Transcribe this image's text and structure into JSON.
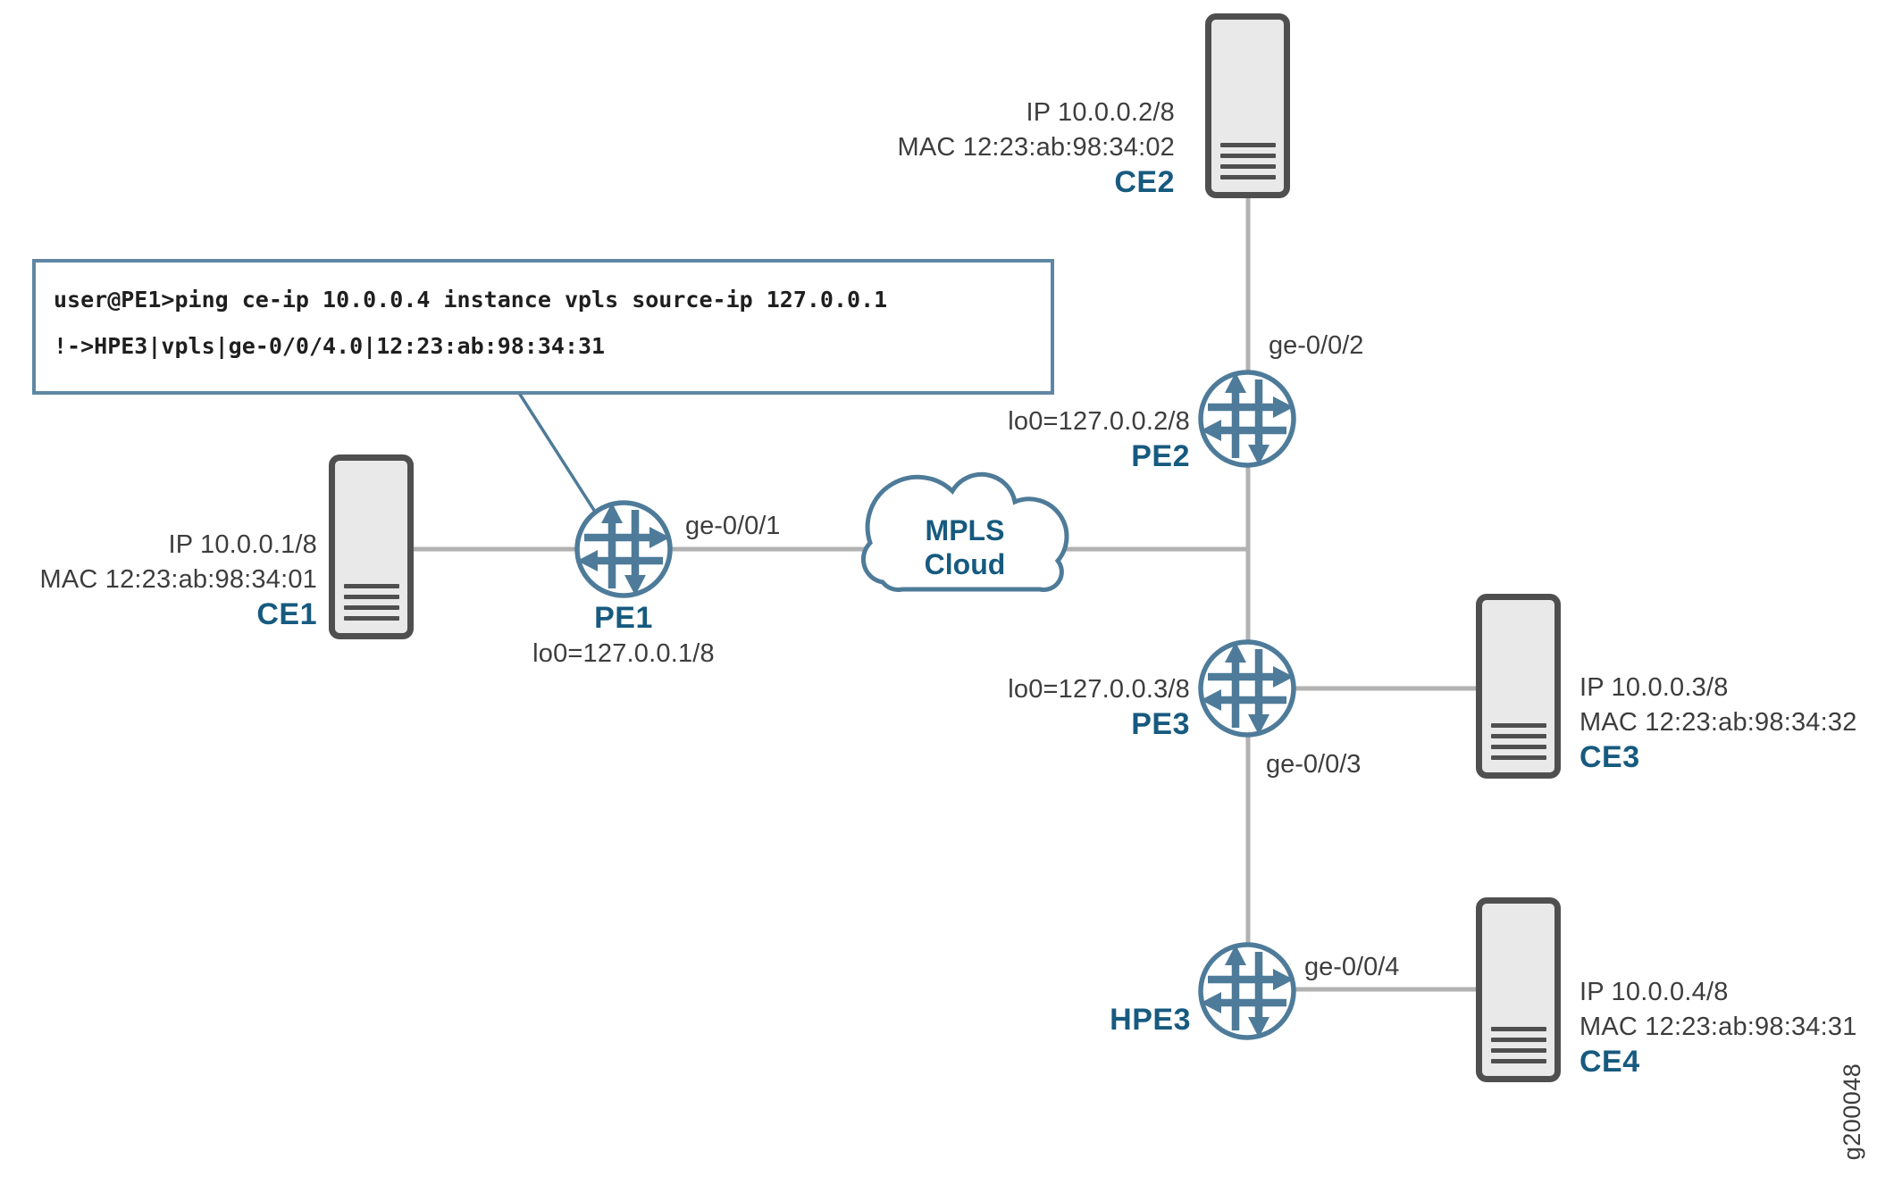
{
  "figure": {
    "id_label": "g200048"
  },
  "console_box": {
    "line1": "user@PE1>ping ce-ip 10.0.0.4 instance vpls source-ip 127.0.0.1",
    "line2": "!->HPE3|vpls|ge-0/0/4.0|12:23:ab:98:34:31"
  },
  "cloud": {
    "line1": "MPLS",
    "line2": "Cloud"
  },
  "nodes": {
    "ce1": {
      "name": "CE1",
      "ip": "IP 10.0.0.1/8",
      "mac": "MAC 12:23:ab:98:34:01"
    },
    "ce2": {
      "name": "CE2",
      "ip": "IP 10.0.0.2/8",
      "mac": "MAC 12:23:ab:98:34:02"
    },
    "ce3": {
      "name": "CE3",
      "ip": "IP 10.0.0.3/8",
      "mac": "MAC 12:23:ab:98:34:32"
    },
    "ce4": {
      "name": "CE4",
      "ip": "IP 10.0.0.4/8",
      "mac": "MAC 12:23:ab:98:34:31"
    },
    "pe1": {
      "name": "PE1",
      "loopback": "lo0=127.0.0.1/8"
    },
    "pe2": {
      "name": "PE2",
      "loopback": "lo0=127.0.0.2/8"
    },
    "pe3": {
      "name": "PE3",
      "loopback": "lo0=127.0.0.3/8"
    },
    "hpe3": {
      "name": "HPE3"
    }
  },
  "interfaces": {
    "pe1_ge": "ge-0/0/1",
    "pe2_ge": "ge-0/0/2",
    "pe3_ge": "ge-0/0/3",
    "hpe3_ge": "ge-0/0/4"
  },
  "colors": {
    "accent_blue": "#4e7b99",
    "label_blue": "#175a7f",
    "line_gray": "#b2b2b2",
    "text_dark": "#3d3d3d",
    "server_border": "#4f4f4f",
    "server_fill": "#e9e9e9",
    "box_border": "#5f87a3"
  }
}
